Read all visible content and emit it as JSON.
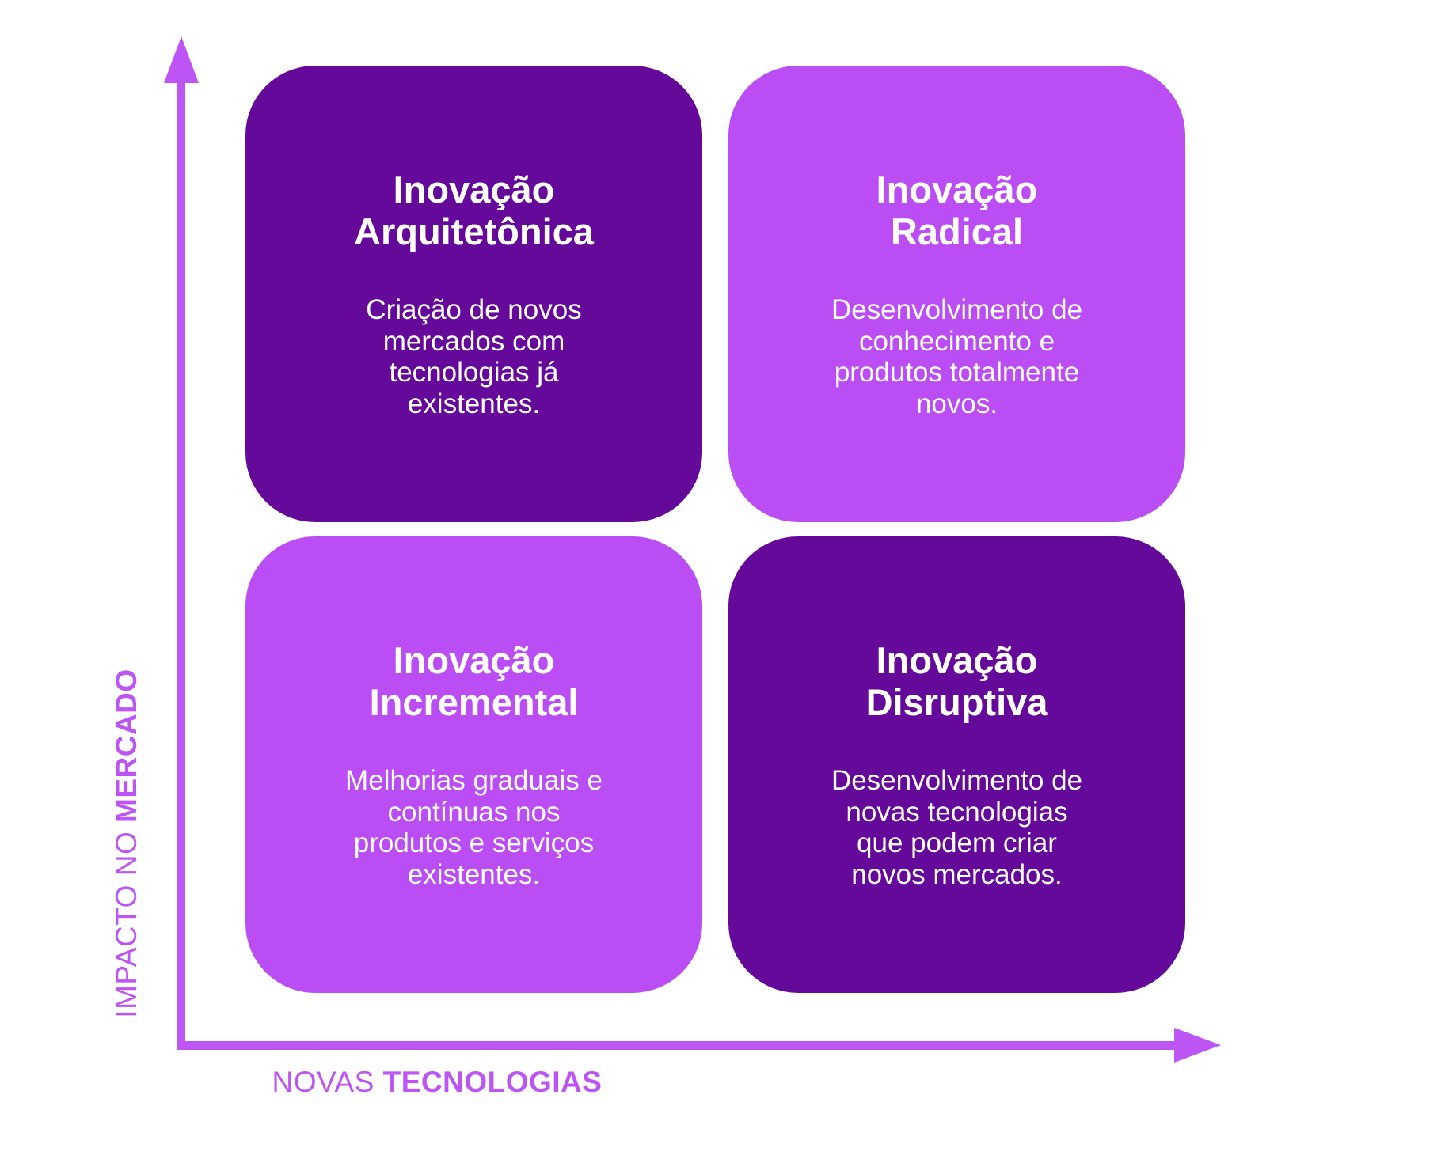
{
  "diagram": {
    "type": "quadrant-matrix",
    "quadrants": [
      {
        "key": "inovacao-arquitetonica",
        "position": "top-left",
        "variant": "dark",
        "title": "Inovação\nArquitetônica",
        "body": "Criação de novos\nmercados com\ntecnologias já\nexistentes."
      },
      {
        "key": "inovacao-radical",
        "position": "top-right",
        "variant": "light",
        "title": "Inovação\nRadical",
        "body": "Desenvolvimento de\nconhecimento e\nprodutos totalmente\nnovos."
      },
      {
        "key": "inovacao-incremental",
        "position": "bottom-left",
        "variant": "light",
        "title": "Inovação\nIncremental",
        "body": "Melhorias graduais e\ncontínuas nos\nprodutos e serviços\nexistentes."
      },
      {
        "key": "inovacao-disruptiva",
        "position": "bottom-right",
        "variant": "dark",
        "title": "Inovação\nDisruptiva",
        "body": "Desenvolvimento de\nnovas tecnologias\nque podem criar\nnovos mercados."
      }
    ],
    "axes": {
      "y": {
        "prefix": "IMPACTO NO ",
        "emphasis": "MERCADO"
      },
      "x": {
        "prefix": "NOVAS ",
        "emphasis": "TECNOLOGIAS"
      }
    },
    "colors": {
      "dark_purple": "#65099B",
      "light_purple": "#BB4DF5",
      "axis_purple": "#BC55F3",
      "card_text": "#FFFFFF",
      "background": "#FFFFFF"
    }
  }
}
